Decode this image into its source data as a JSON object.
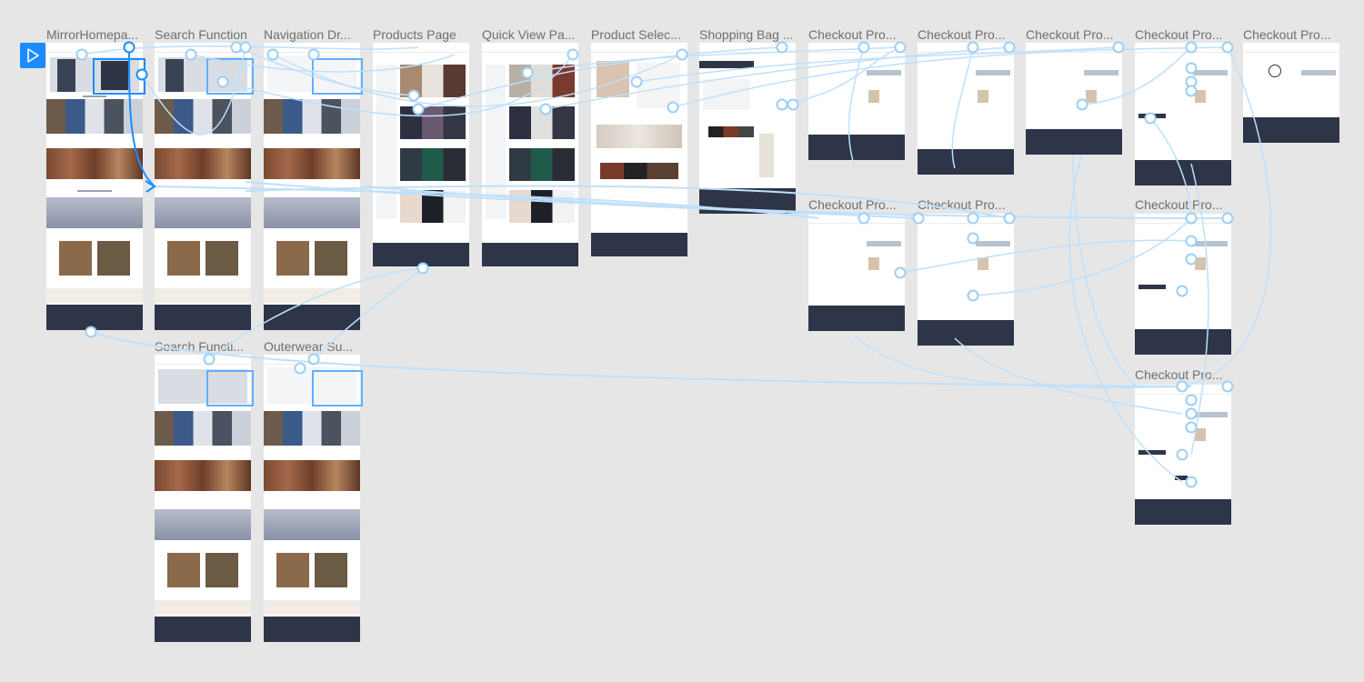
{
  "canvas": {
    "background": "#e6e6e6",
    "play_button": {
      "icon": "play-icon",
      "color": "#1a8cff"
    },
    "accent_wire_color": "#bfe0fb",
    "selected_wire_color": "#1a8cff"
  },
  "frames": [
    {
      "id": "home",
      "title": "MirrorHomepa..."
    },
    {
      "id": "search",
      "title": "Search Function"
    },
    {
      "id": "nav",
      "title": "Navigation Dr..."
    },
    {
      "id": "products",
      "title": "Products Page"
    },
    {
      "id": "quickview",
      "title": "Quick View Pa..."
    },
    {
      "id": "select",
      "title": "Product Selec..."
    },
    {
      "id": "bag",
      "title": "Shopping Bag ..."
    },
    {
      "id": "co1",
      "title": "Checkout Pro..."
    },
    {
      "id": "co2",
      "title": "Checkout Pro..."
    },
    {
      "id": "co3",
      "title": "Checkout Pro..."
    },
    {
      "id": "co4",
      "title": "Checkout Pro..."
    },
    {
      "id": "co5",
      "title": "Checkout Pro..."
    },
    {
      "id": "co6",
      "title": "Checkout Pro..."
    },
    {
      "id": "co7",
      "title": "Checkout Pro..."
    },
    {
      "id": "co8",
      "title": "Checkout Pro..."
    },
    {
      "id": "co9",
      "title": "Checkout Pro..."
    },
    {
      "id": "search2",
      "title": "Search Functi..."
    },
    {
      "id": "outer",
      "title": "Outerwear Su..."
    }
  ]
}
